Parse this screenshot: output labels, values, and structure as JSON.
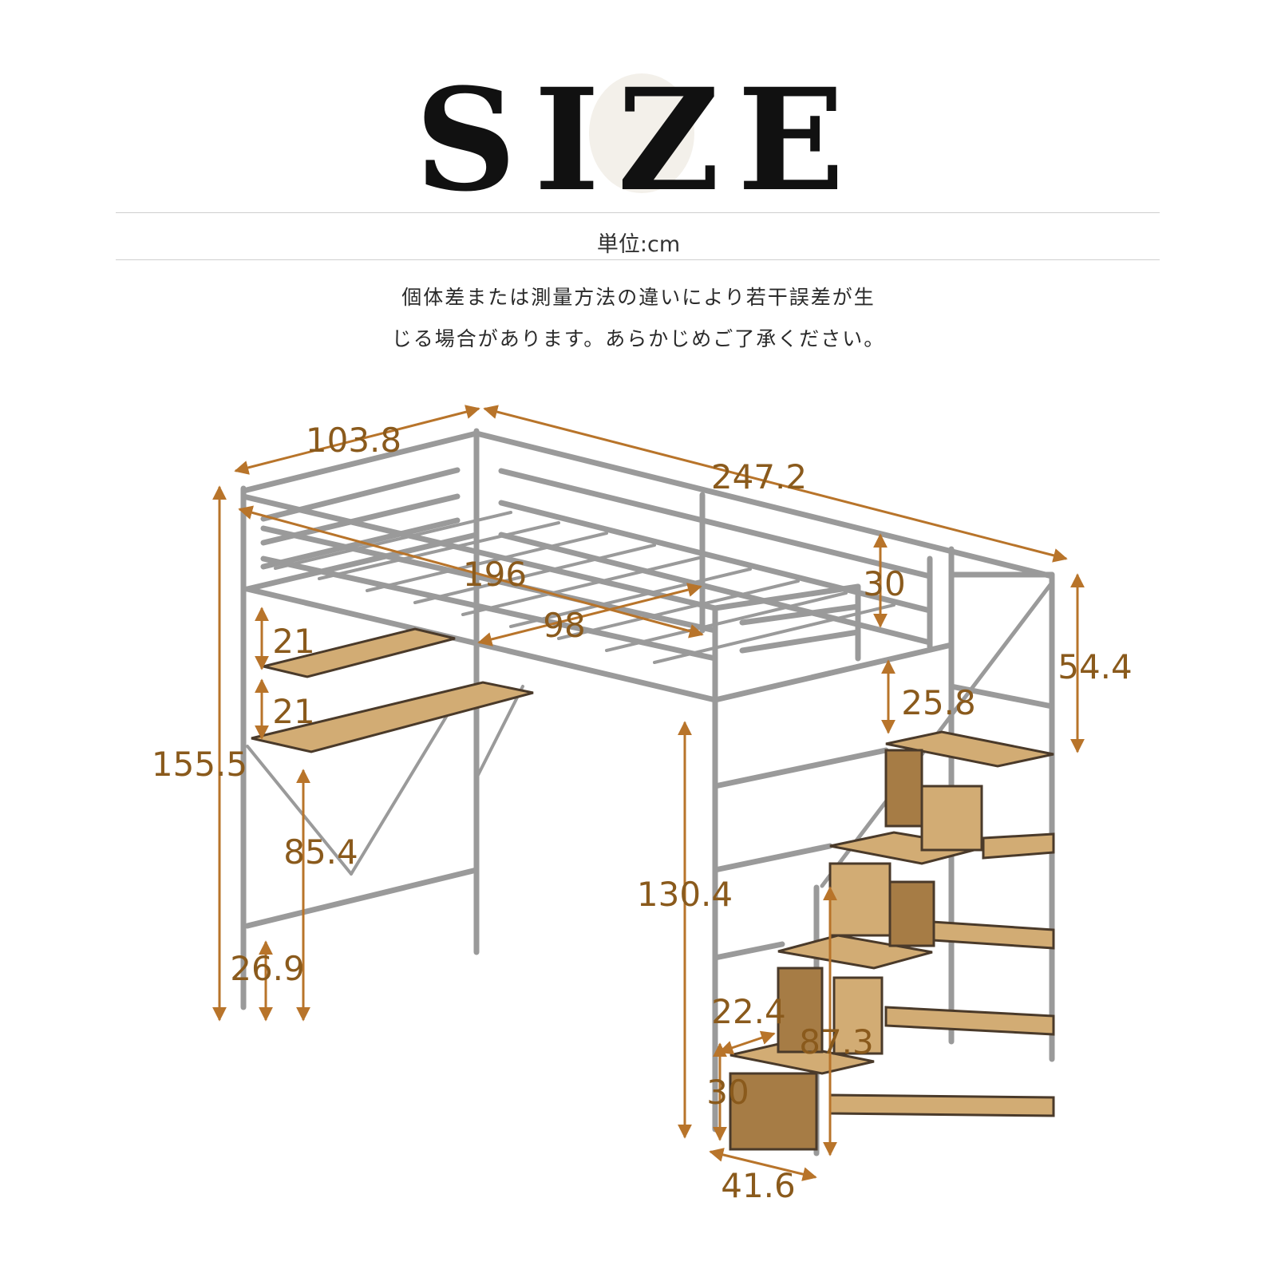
{
  "title": "SIZE",
  "unit_label": "単位:cm",
  "notice": {
    "line1": "個体差または測量方法の違いにより若干誤差が生",
    "line2": "じる場合があります。あらかじめご了承ください。"
  },
  "colors": {
    "frame": "#9a9a9a",
    "wood": "#d2ac74",
    "wood_dark": "#a67c45",
    "dimension": "#b8742a"
  },
  "dimensions": {
    "bed_width": "103.8",
    "bed_length": "247.2",
    "mattress_length": "196",
    "desk_width": "98",
    "guard_rail_height": "30",
    "ladder_rail_height": "54.4",
    "shelf_gap_1": "21",
    "shelf_gap_2": "21",
    "stair_top_gap": "25.8",
    "total_height": "155.5",
    "desk_height": "85.4",
    "bottom_bar_height": "26.9",
    "under_bed_clearance": "130.4",
    "step_depth": "22.4",
    "stair_height": "87.3",
    "step_height": "30",
    "stair_width": "41.6"
  }
}
